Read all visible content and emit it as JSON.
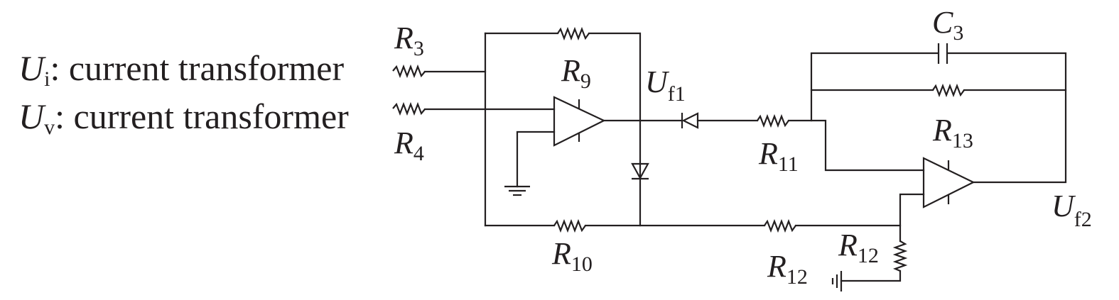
{
  "inputs": {
    "ui": {
      "symbol": "U",
      "subscript": "i",
      "description": ": current transformer"
    },
    "uv": {
      "symbol": "U",
      "subscript": "v",
      "description": ": current transformer"
    }
  },
  "resistors": {
    "r3": {
      "symbol": "R",
      "subscript": "3"
    },
    "r4": {
      "symbol": "R",
      "subscript": "4"
    },
    "r9": {
      "symbol": "R",
      "subscript": "9"
    },
    "r10": {
      "symbol": "R",
      "subscript": "10"
    },
    "r11": {
      "symbol": "R",
      "subscript": "11"
    },
    "r12a": {
      "symbol": "R",
      "subscript": "12"
    },
    "r12b": {
      "symbol": "R",
      "subscript": "12"
    },
    "r13": {
      "symbol": "R",
      "subscript": "13"
    }
  },
  "capacitors": {
    "c3": {
      "symbol": "C",
      "subscript": "3"
    }
  },
  "outputs": {
    "uf1": {
      "symbol": "U",
      "subscript": "f1"
    },
    "uf2": {
      "symbol": "U",
      "subscript": "f2"
    }
  }
}
